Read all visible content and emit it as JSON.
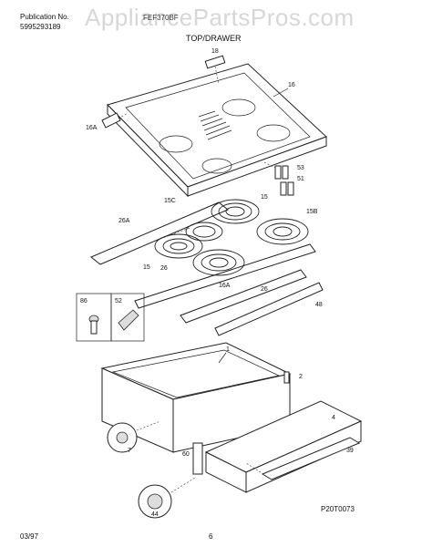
{
  "watermark": "AppliancePartsPros.com",
  "header": {
    "publication_label": "Publication No.",
    "publication_number": "5995293189",
    "model": "FEF370BF",
    "section_title": "TOP/DRAWER"
  },
  "callouts": {
    "c18": "18",
    "c16": "16",
    "c16a_top": "16A",
    "c53": "53",
    "c51": "51",
    "c15c": "15C",
    "c15_top": "15",
    "c15b": "15B",
    "c26a": "26A",
    "c15_left": "15",
    "c26_left": "26",
    "c16a_bottom": "16A",
    "c26_right": "26",
    "c48": "48",
    "c86": "86",
    "c52": "52",
    "c1": "1",
    "c2": "2",
    "c4": "4",
    "c7": "7",
    "c60": "60",
    "c39": "39",
    "c44": "44"
  },
  "footer": {
    "figure_number": "P20T0073",
    "date": "03/97",
    "page_number": "6"
  }
}
